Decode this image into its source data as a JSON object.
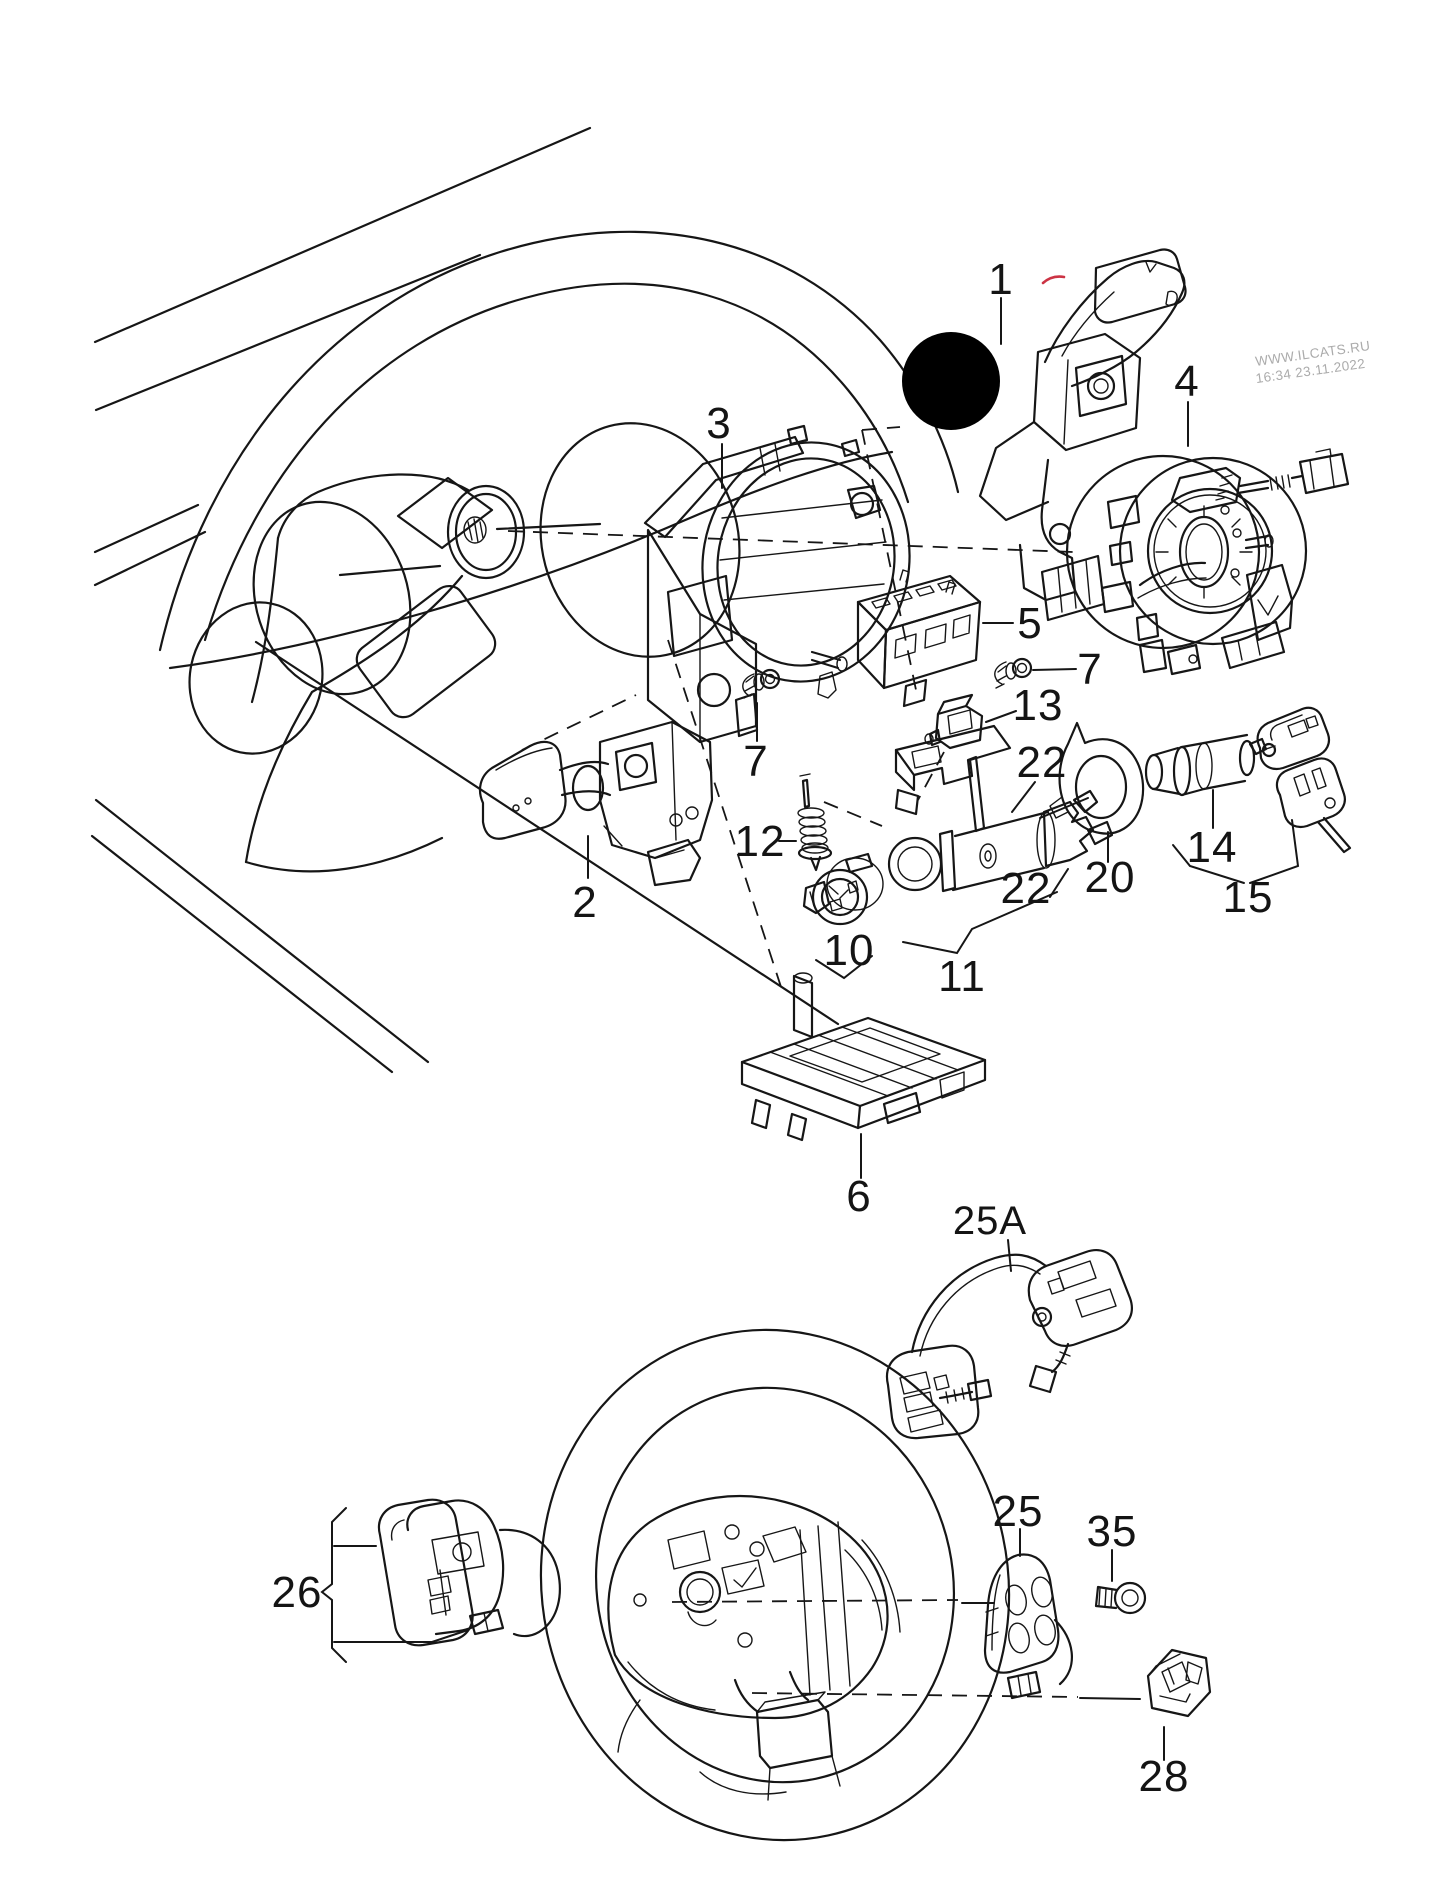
{
  "watermark": {
    "line1": "WWW.ILCATS.RU",
    "line2": "16:34 23.11.2022"
  },
  "callouts": {
    "c1": "1",
    "c2": "2",
    "c3": "3",
    "c4": "4",
    "c5": "5",
    "c6": "6",
    "c7a": "7",
    "c7b": "7",
    "c10": "10",
    "c11": "11",
    "c12": "12",
    "c13": "13",
    "c14": "14",
    "c15": "15",
    "c20": "20",
    "c22a": "22",
    "c22b": "22",
    "c25": "25",
    "c25a": "25A",
    "c26": "26",
    "c28": "28",
    "c35": "35"
  },
  "colors": {
    "line": "#161616",
    "redaction": "#000000",
    "red_mark": "#cc3344",
    "watermark": "#ababab",
    "background": "#ffffff"
  }
}
